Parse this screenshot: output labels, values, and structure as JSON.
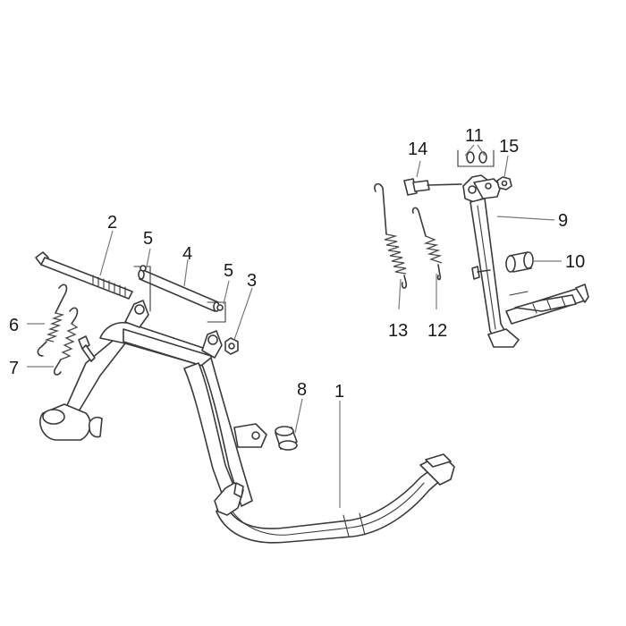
{
  "diagram": {
    "labels": [
      {
        "id": "1",
        "text": "1"
      },
      {
        "id": "2",
        "text": "2"
      },
      {
        "id": "3",
        "text": "3"
      },
      {
        "id": "4",
        "text": "4"
      },
      {
        "id": "5a",
        "text": "5"
      },
      {
        "id": "5b",
        "text": "5"
      },
      {
        "id": "6",
        "text": "6"
      },
      {
        "id": "7",
        "text": "7"
      },
      {
        "id": "8",
        "text": "8"
      },
      {
        "id": "9",
        "text": "9"
      },
      {
        "id": "10",
        "text": "10"
      },
      {
        "id": "11",
        "text": "11"
      },
      {
        "id": "12",
        "text": "12"
      },
      {
        "id": "13",
        "text": "13"
      },
      {
        "id": "14",
        "text": "14"
      },
      {
        "id": "15",
        "text": "15"
      }
    ]
  }
}
